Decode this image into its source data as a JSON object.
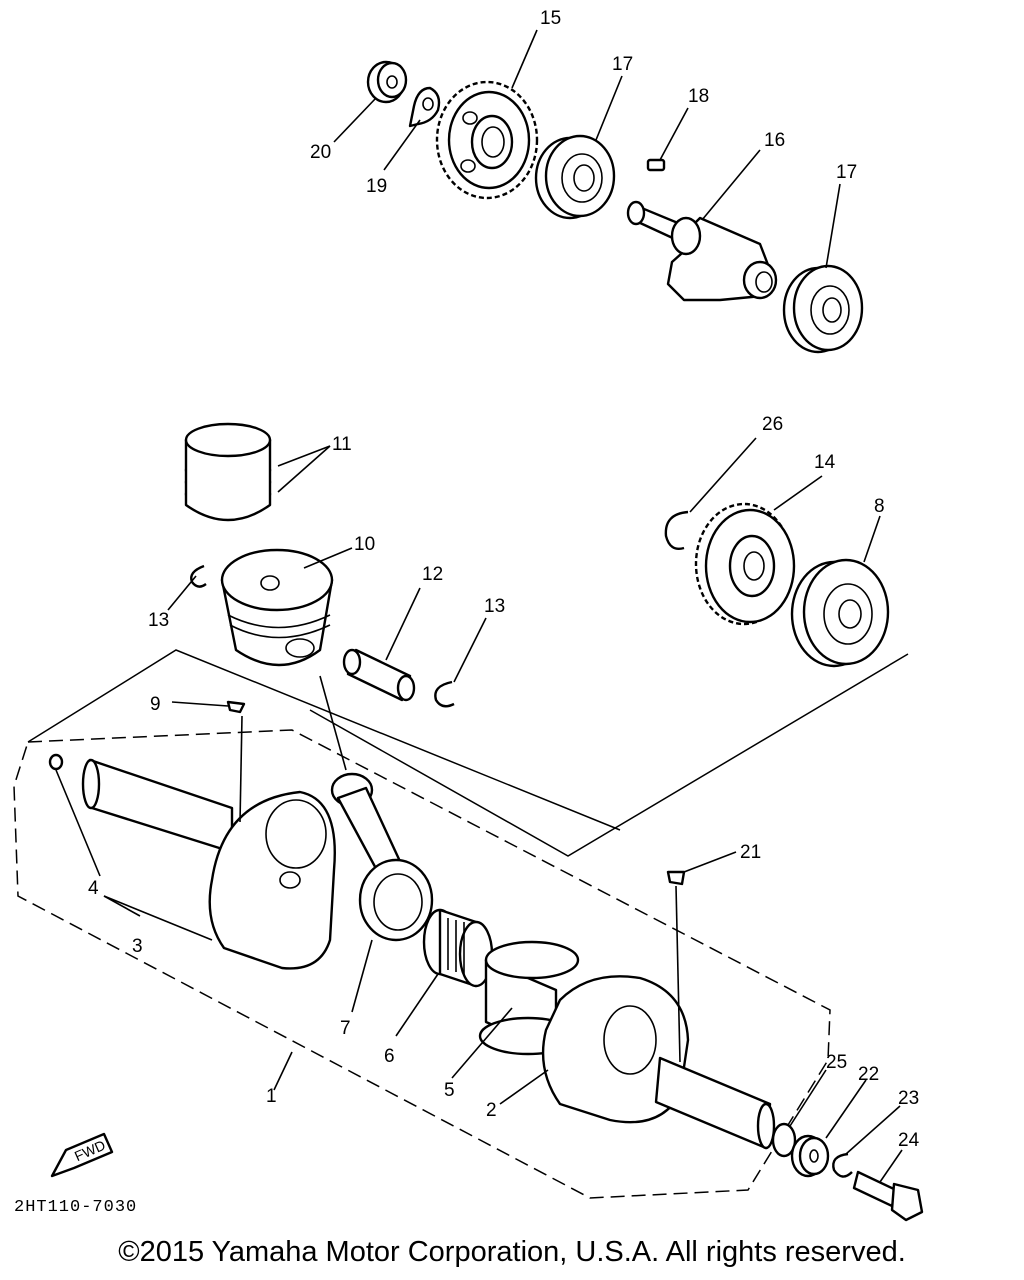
{
  "diagram_code": "2HT110-7030",
  "copyright": "©2015 Yamaha Motor Corporation, U.S.A. All rights reserved.",
  "fwd_label": "FWD",
  "callouts": {
    "c1": "1",
    "c2": "2",
    "c3": "3",
    "c4": "4",
    "c5": "5",
    "c6": "6",
    "c7": "7",
    "c8": "8",
    "c9": "9",
    "c10": "10",
    "c11": "11",
    "c12": "12",
    "c13a": "13",
    "c13b": "13",
    "c14": "14",
    "c15": "15",
    "c16": "16",
    "c17a": "17",
    "c17b": "17",
    "c18": "18",
    "c19": "19",
    "c20": "20",
    "c21": "21",
    "c22": "22",
    "c23": "23",
    "c24": "24",
    "c25": "25",
    "c26": "26"
  }
}
